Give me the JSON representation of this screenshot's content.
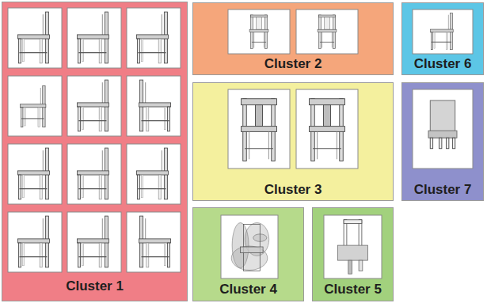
{
  "diagram": {
    "nodes": [
      {
        "text": [
          "Cluster 1"
        ]
      },
      {
        "text": [
          "Cluster 2"
        ]
      },
      {
        "text": [
          "Cluster 6"
        ]
      },
      {
        "text": [
          "Cluster 3"
        ]
      },
      {
        "text": [
          "Cluster 7"
        ]
      },
      {
        "text": [
          "Cluster 4"
        ]
      },
      {
        "text": [
          "Cluster 5"
        ]
      }
    ]
  }
}
